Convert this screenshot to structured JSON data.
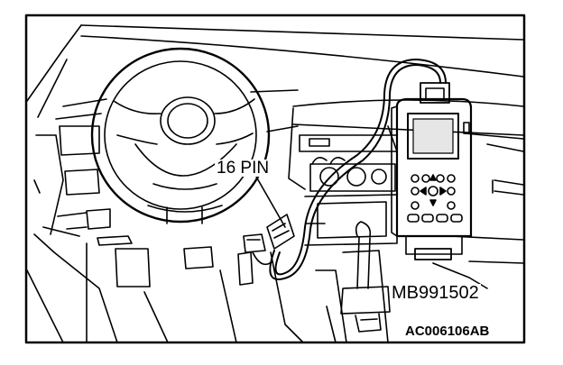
{
  "labels": {
    "connector": "16 PIN",
    "tool": "MB991502",
    "figure_code": "AC006106AB"
  },
  "colors": {
    "line": "#000000",
    "background": "#ffffff",
    "screen": "#e6e6e6"
  }
}
